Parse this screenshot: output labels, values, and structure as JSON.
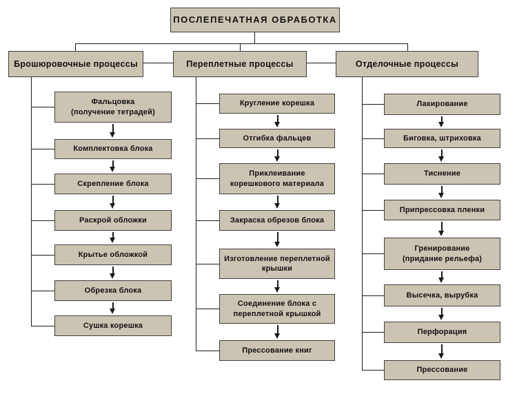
{
  "root": {
    "label": "ПОСЛЕПЕЧАТНАЯ ОБРАБОТКА"
  },
  "branches": [
    {
      "header": "Брошюровочные процессы",
      "steps": [
        "Фальцовка\n(получение тетрадей)",
        "Комплектовка блока",
        "Скрепление блока",
        "Раскрой обложки",
        "Крытье обложкой",
        "Обрезка блока",
        "Сушка корешка"
      ]
    },
    {
      "header": "Переплетные процессы",
      "steps": [
        "Кругление корешка",
        "Отгибка фальцев",
        "Приклеивание\nкорешкового материала",
        "Закраска обрезов блока",
        "Изготовление переплетной\nкрышки",
        "Соединение блока с\nпереплетной крышкой",
        "Прессование книг"
      ]
    },
    {
      "header": "Отделочные процессы",
      "steps": [
        "Лакирование",
        "Биговка, штриховка",
        "Тиснение",
        "Припрессовка пленки",
        "Гренирование\n(придание рельефа)",
        "Высечка, вырубка",
        "Перфорация",
        "Прессование"
      ]
    }
  ],
  "colors": {
    "background": "#ffffff",
    "box_fill": "#ccc4b2",
    "box_border": "#3e3e3e",
    "line": "#1a1a1a",
    "text": "#111111"
  }
}
